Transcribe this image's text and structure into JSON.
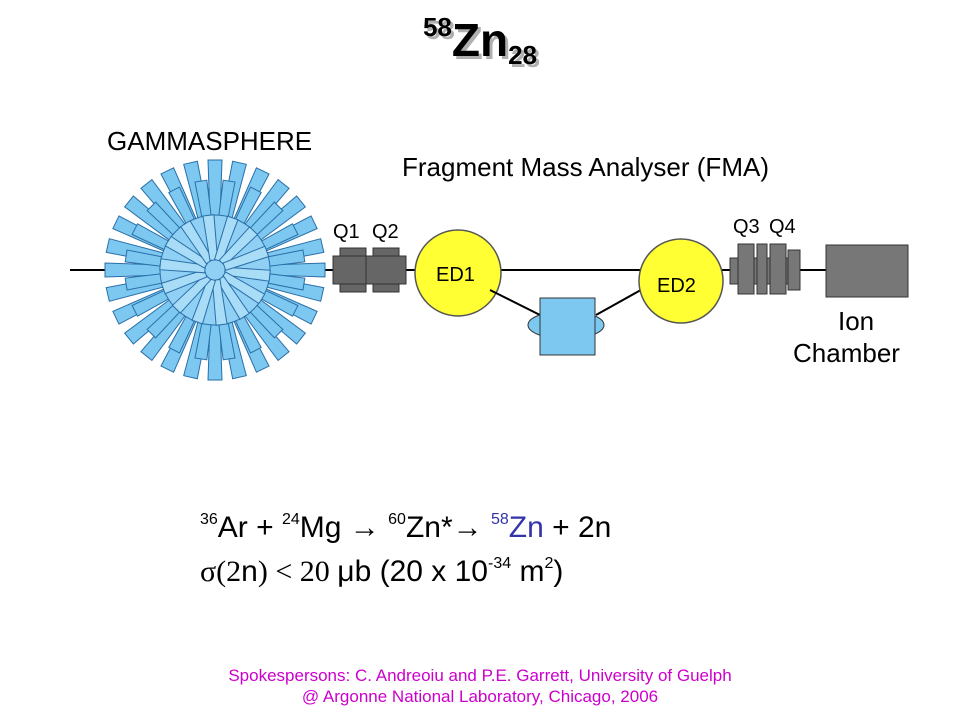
{
  "title": {
    "mass": "58",
    "symbol": "Zn",
    "neutrons": "28"
  },
  "diagram": {
    "gammasphere_label": "GAMMASPHERE",
    "fma_label": "Fragment Mass Analyser (FMA)",
    "q1_label": "Q1",
    "q2_label": "Q2",
    "q3_label": "Q3",
    "q4_label": "Q4",
    "ed1_label": "ED1",
    "ed2_label": "ED2",
    "ion_label": "Ion",
    "chamber_label": "Chamber",
    "colors": {
      "detector": "#7cc8f0",
      "dipole": "#ffff33",
      "magnet": "#666666",
      "ion_chamber": "#777777"
    }
  },
  "reaction": {
    "ar_mass": "36",
    "ar": "Ar + ",
    "mg_mass": "24",
    "mg": "Mg → ",
    "zn60_mass": "60",
    "zn60": "Zn*→ ",
    "zn58_mass": "58",
    "zn58": "Zn",
    "tail": " + 2n"
  },
  "cross_section": {
    "sigma": "σ(2",
    "n": "n",
    "close": ")",
    "lt": " < 20 ",
    "unit": "μb (20 x 10",
    "exp": "-34",
    "m": " m",
    "m_exp": "2",
    "end": ")"
  },
  "credits": {
    "line1": "Spokespersons: C. Andreoiu and P.E. Garrett, University of Guelph",
    "line2": "@ Argonne National Laboratory, Chicago, 2006"
  }
}
